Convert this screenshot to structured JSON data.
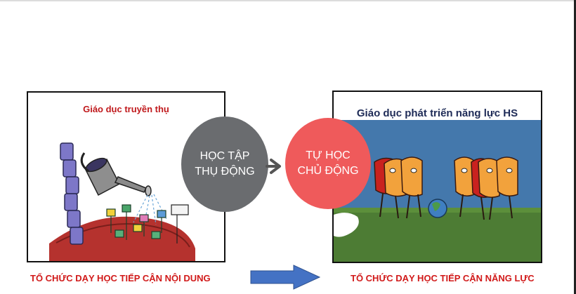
{
  "left_panel": {
    "title": "Giáo dục truyền thụ"
  },
  "right_panel": {
    "title": "Giáo dục phát triển năng lực HS"
  },
  "bubble_passive": {
    "line1": "HỌC TẬP",
    "line2": "THỤ ĐỘNG"
  },
  "bubble_active": {
    "line1": "TỰ HỌC",
    "line2": "CHỦ ĐỘNG"
  },
  "caption_left": "TỔ CHỨC DẠY HỌC TIẾP CẬN NỘI DUNG",
  "caption_right": "TỔ CHỨC DẠY HỌC TIẾP CẬN NĂNG LỰC",
  "colors": {
    "caption_red": "#d11a1a",
    "passive_gray": "#6a6c6f",
    "active_red": "#ef5a5b",
    "arrow_blue": "#4472c4",
    "right_title_navy": "#1e2b57"
  },
  "icons": [
    "watering-can-illustration",
    "heads-illustration",
    "chevron-right-icon",
    "right-arrow-icon"
  ]
}
